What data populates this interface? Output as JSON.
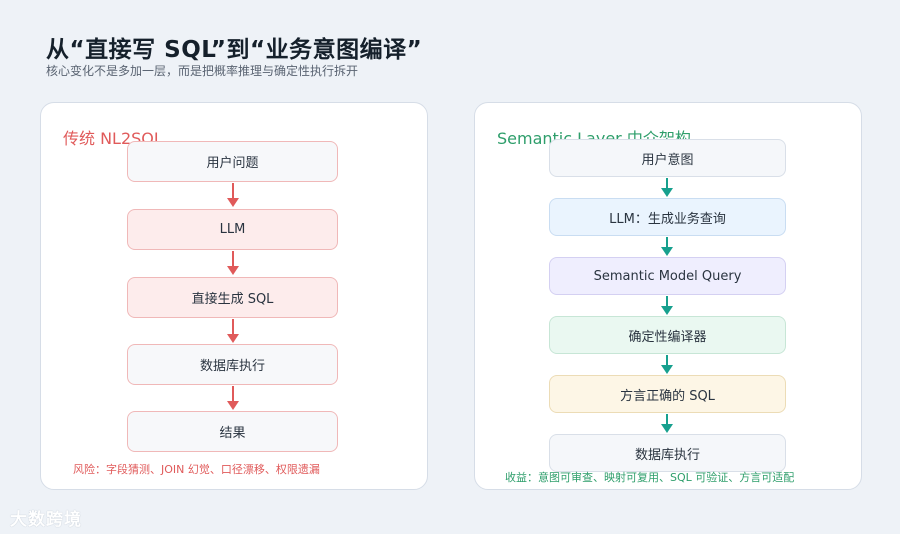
{
  "header": {
    "title": "从“直接写 SQL”到“业务意图编译”",
    "subtitle": "核心变化不是多加一层，而是把概率推理与确定性执行拆开"
  },
  "left_panel": {
    "title": "传统 NL2SQL",
    "steps": [
      "用户问题",
      "LLM",
      "直接生成 SQL",
      "数据库执行",
      "结果"
    ],
    "note": "风险：字段猜测、JOIN 幻觉、口径漂移、权限遗漏",
    "accent_color": "#e05a5a"
  },
  "right_panel": {
    "title": "Semantic Layer 中介架构",
    "steps": [
      "用户意图",
      "LLM：生成业务查询",
      "Semantic Model Query",
      "确定性编译器",
      "方言正确的 SQL",
      "数据库执行"
    ],
    "note": "收益：意图可审查、映射可复用、SQL 可验证、方言可适配",
    "accent_color": "#2e9e6b",
    "arrow_color": "#17a08e"
  },
  "watermark": "大数跨境"
}
